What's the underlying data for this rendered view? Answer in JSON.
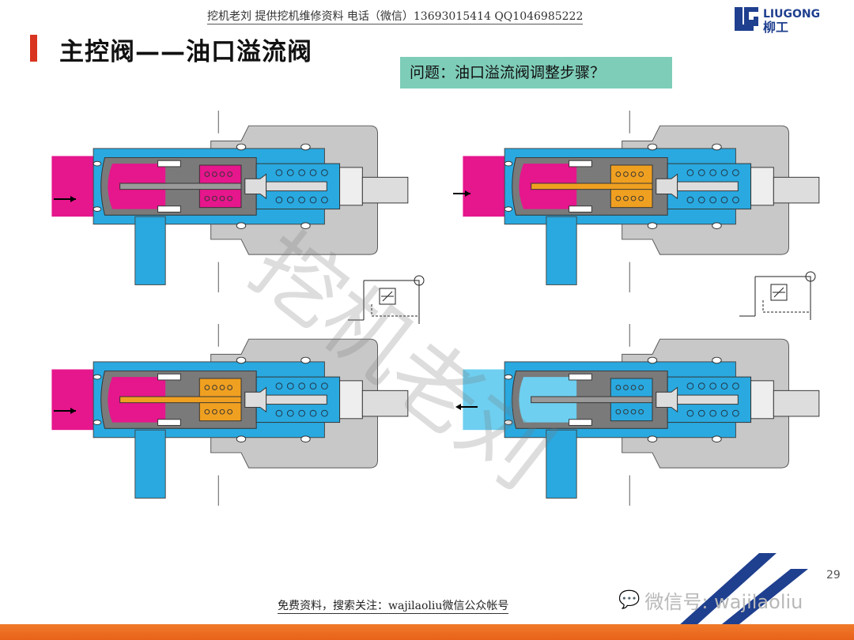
{
  "header": {
    "title": "主控阀——油口溢流阀",
    "contact_line": "挖机老刘 提供挖机维修资料 电话（微信）13693015414 QQ1046985222",
    "question": "问题：油口溢流阀调整步骤？",
    "logo": {
      "text_en": "LIUGONG",
      "text_cn": "柳工"
    }
  },
  "diagrams": [
    {
      "position": "top-left",
      "state": "closed",
      "inlet_color": "#e6168c",
      "pilot_color": "#e6168c",
      "flow": "in"
    },
    {
      "position": "top-right",
      "state": "pilot open",
      "inlet_color": "#e6168c",
      "pilot_color": "#f0a020",
      "flow": "in"
    },
    {
      "position": "bottom-left",
      "state": "main open",
      "inlet_color": "#e6168c",
      "pilot_color": "#f0a020",
      "flow": "in"
    },
    {
      "position": "bottom-right",
      "state": "make-up",
      "inlet_color": "#6ecff0",
      "pilot_color": "#29a9e0",
      "flow": "out"
    }
  ],
  "watermark": "挖机老刘",
  "footer": {
    "text": "免费资料，搜索关注：wajilaoliu微信公众帐号",
    "wechat": "微信号: wajilaoliu",
    "page_number": "29"
  },
  "colors": {
    "accent_red": "#d9341f",
    "question_bg": "#7ecdb8",
    "oil_blue": "#29a9e0",
    "band_orange": "#e8621a",
    "logo_blue": "#1f3f8f"
  }
}
